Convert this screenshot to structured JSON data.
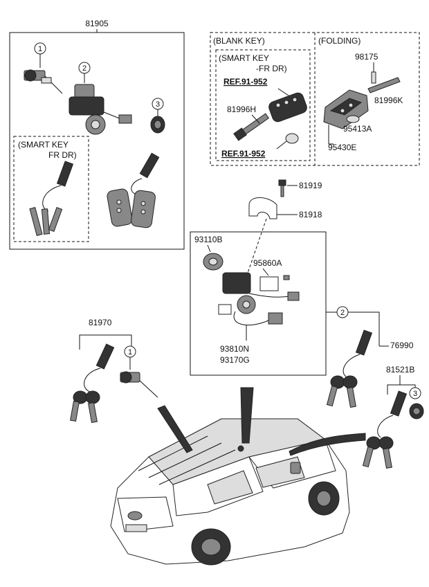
{
  "groups": {
    "main_set": "81905",
    "smart_key_note_line1": "(SMART KEY",
    "smart_key_note_line2": "FR DR)",
    "blank_key": "(BLANK KEY)",
    "folding": "(FOLDING)",
    "smart_key_frdr_line1": "(SMART KEY",
    "smart_key_frdr_line2": "-FR DR)"
  },
  "refs": {
    "ref_top": "REF.91-952",
    "ref_bottom": "REF.91-952"
  },
  "parts": {
    "p81996H": "81996H",
    "p98175": "98175",
    "p81996K": "81996K",
    "p95413A": "95413A",
    "p95430E": "95430E",
    "p81919": "81919",
    "p81918": "81918",
    "p93110B": "93110B",
    "p95860A": "95860A",
    "p93810N": "93810N",
    "p93170G": "93170G",
    "p81970": "81970",
    "p76990": "76990",
    "p81521B": "81521B"
  },
  "callouts": {
    "c1": "1",
    "c2": "2",
    "c3": "3"
  }
}
